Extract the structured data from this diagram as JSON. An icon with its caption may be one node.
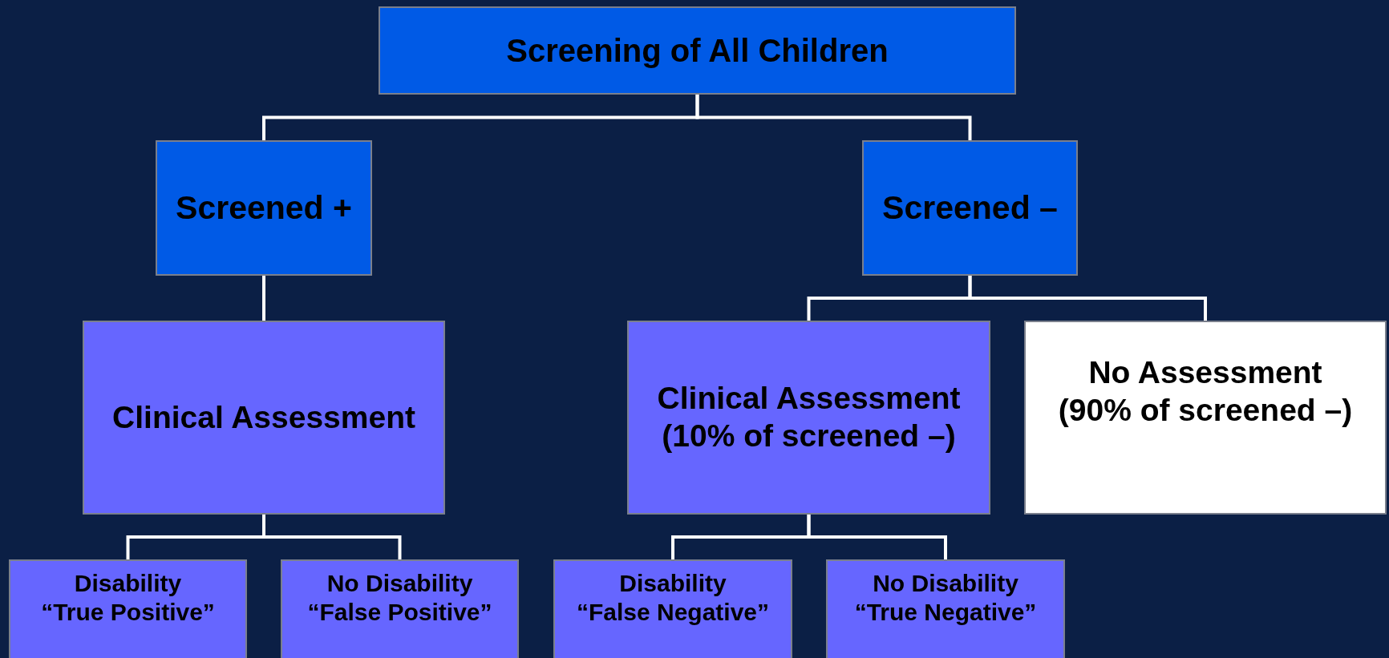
{
  "diagram": {
    "nodes": [
      {
        "text": [
          "Screening of All Children"
        ]
      },
      {
        "text": [
          "Screened +"
        ]
      },
      {
        "text": [
          "Screened –"
        ]
      },
      {
        "text": [
          "Clinical Assessment"
        ]
      },
      {
        "text": [
          "Clinical Assessment",
          "(10% of screened –)"
        ]
      },
      {
        "text": [
          "No Assessment",
          "(90% of screened –)"
        ]
      },
      {
        "text": [
          "Disability",
          "“True Positive”"
        ]
      },
      {
        "text": [
          "No Disability",
          "“False Positive”"
        ]
      },
      {
        "text": [
          "Disability",
          "“False Negative”"
        ]
      },
      {
        "text": [
          "No Disability",
          "“True Negative”"
        ]
      }
    ],
    "edges": [
      {
        "from": 0,
        "to": 1,
        "arrow": "none"
      },
      {
        "from": 0,
        "to": 2,
        "arrow": "none"
      },
      {
        "from": 1,
        "to": 3,
        "arrow": "none"
      },
      {
        "from": 2,
        "to": 4,
        "arrow": "none"
      },
      {
        "from": 2,
        "to": 5,
        "arrow": "none"
      },
      {
        "from": 3,
        "to": 6,
        "arrow": "none"
      },
      {
        "from": 3,
        "to": 7,
        "arrow": "none"
      },
      {
        "from": 4,
        "to": 8,
        "arrow": "none"
      },
      {
        "from": 4,
        "to": 9,
        "arrow": "none"
      }
    ]
  }
}
